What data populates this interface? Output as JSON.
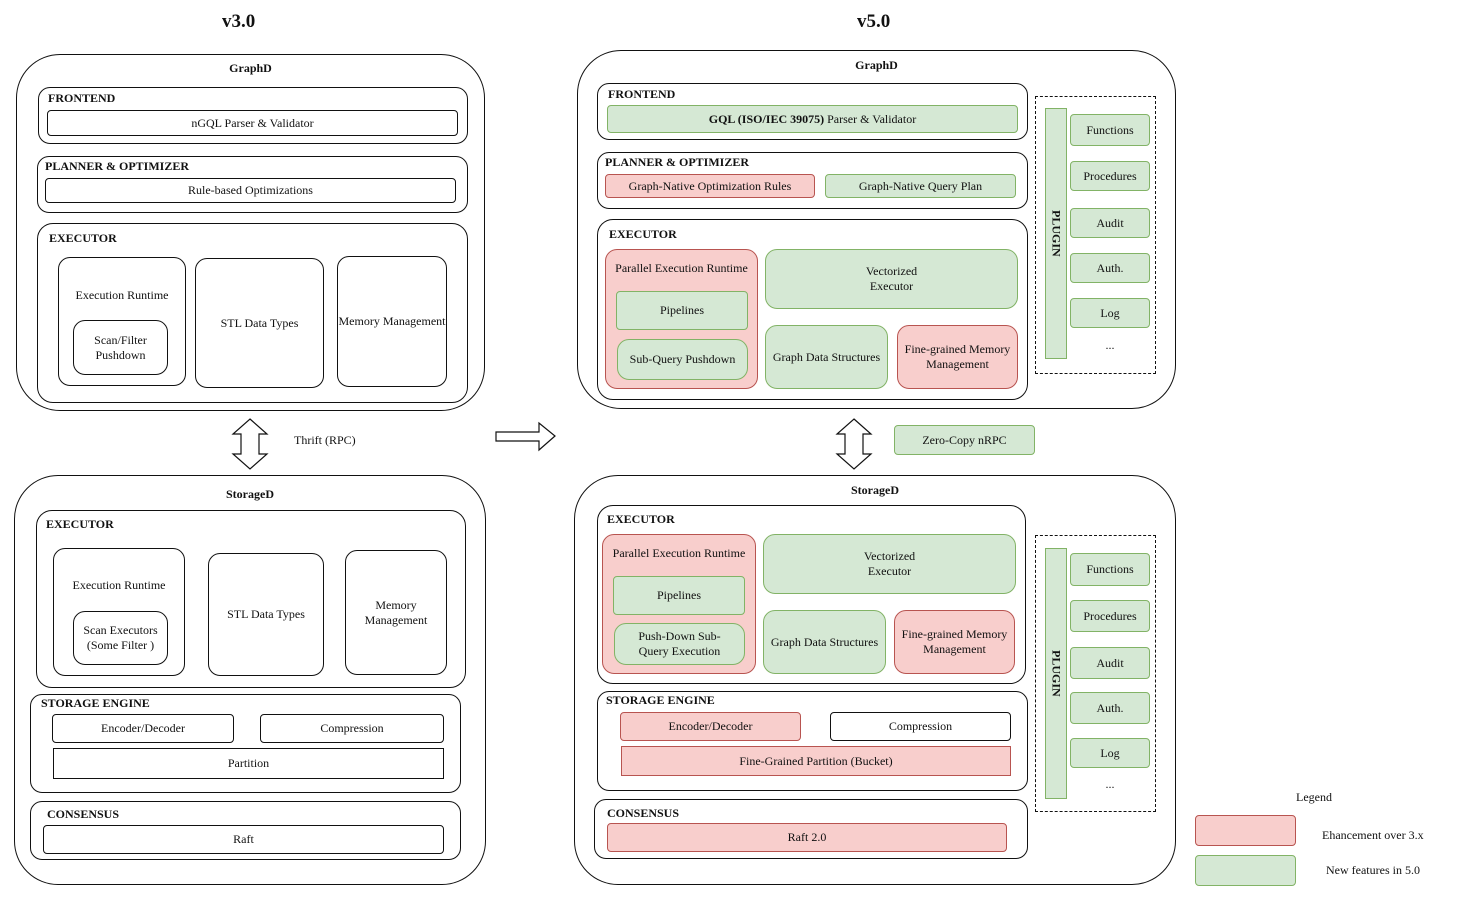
{
  "v3": {
    "title": "v3.0",
    "graphd": {
      "title": "GraphD",
      "frontend": {
        "title": "FRONTEND",
        "parser": "nGQL Parser & Validator"
      },
      "planner": {
        "title": "PLANNER & OPTIMIZER",
        "rules": "Rule-based Optimizations"
      },
      "executor": {
        "title": "EXECUTOR",
        "runtime": "Execution Runtime",
        "pushdown": "Scan/Filter\nPushdown",
        "stl": "STL Data Types",
        "memory": "Memory Management"
      }
    },
    "rpc_label": "Thrift (RPC)",
    "storaged": {
      "title": "StorageD",
      "executor": {
        "title": "EXECUTOR",
        "runtime": "Execution Runtime",
        "scan": "Scan Executors\n(Some Filter )",
        "stl": "STL Data Types",
        "memory": "Memory\nManagement"
      },
      "storage_engine": {
        "title": "STORAGE ENGINE",
        "encoder": "Encoder/Decoder",
        "compression": "Compression",
        "partition": "Partition"
      },
      "consensus": {
        "title": "CONSENSUS",
        "raft": "Raft"
      }
    }
  },
  "v5": {
    "title": "v5.0",
    "graphd": {
      "title": "GraphD",
      "frontend": {
        "title": "FRONTEND",
        "parser_bold": "GQL (ISO/IEC 39075)",
        "parser_rest": " Parser & Validator"
      },
      "planner": {
        "title": "PLANNER & OPTIMIZER",
        "rules": "Graph-Native Optimization Rules",
        "plan": "Graph-Native Query Plan"
      },
      "executor": {
        "title": "EXECUTOR",
        "parallel": "Parallel Execution Runtime",
        "pipelines": "Pipelines",
        "subquery": "Sub-Query Pushdown",
        "vectorized": "Vectorized\nExecutor",
        "graph_ds": "Graph Data Structures",
        "memory": "Fine-grained Memory\nManagement"
      },
      "plugin": {
        "label": "PLUGIN",
        "items": [
          "Functions",
          "Procedures",
          "Audit",
          "Auth.",
          "Log"
        ],
        "more": "..."
      }
    },
    "rpc_label": "Zero-Copy nRPC",
    "storaged": {
      "title": "StorageD",
      "executor": {
        "title": "EXECUTOR",
        "parallel": "Parallel Execution Runtime",
        "pipelines": "Pipelines",
        "pushdown": "Push-Down Sub-\nQuery Execution",
        "vectorized": "Vectorized\nExecutor",
        "graph_ds": "Graph Data Structures",
        "memory": "Fine-grained Memory\nManagement"
      },
      "storage_engine": {
        "title": "STORAGE ENGINE",
        "encoder": "Encoder/Decoder",
        "compression": "Compression",
        "partition": "Fine-Grained Partition (Bucket)"
      },
      "consensus": {
        "title": "CONSENSUS",
        "raft": "Raft 2.0"
      },
      "plugin": {
        "label": "PLUGIN",
        "items": [
          "Functions",
          "Procedures",
          "Audit",
          "Auth.",
          "Log"
        ],
        "more": "..."
      }
    }
  },
  "legend": {
    "title": "Legend",
    "enhancement": "Ehancement over 3.x",
    "new_features": "New features in 5.0"
  },
  "colors": {
    "enhancement": "#f8cecc",
    "enhancement_border": "#b85450",
    "new_feature": "#d5e8d4",
    "new_feature_border": "#82b366"
  }
}
